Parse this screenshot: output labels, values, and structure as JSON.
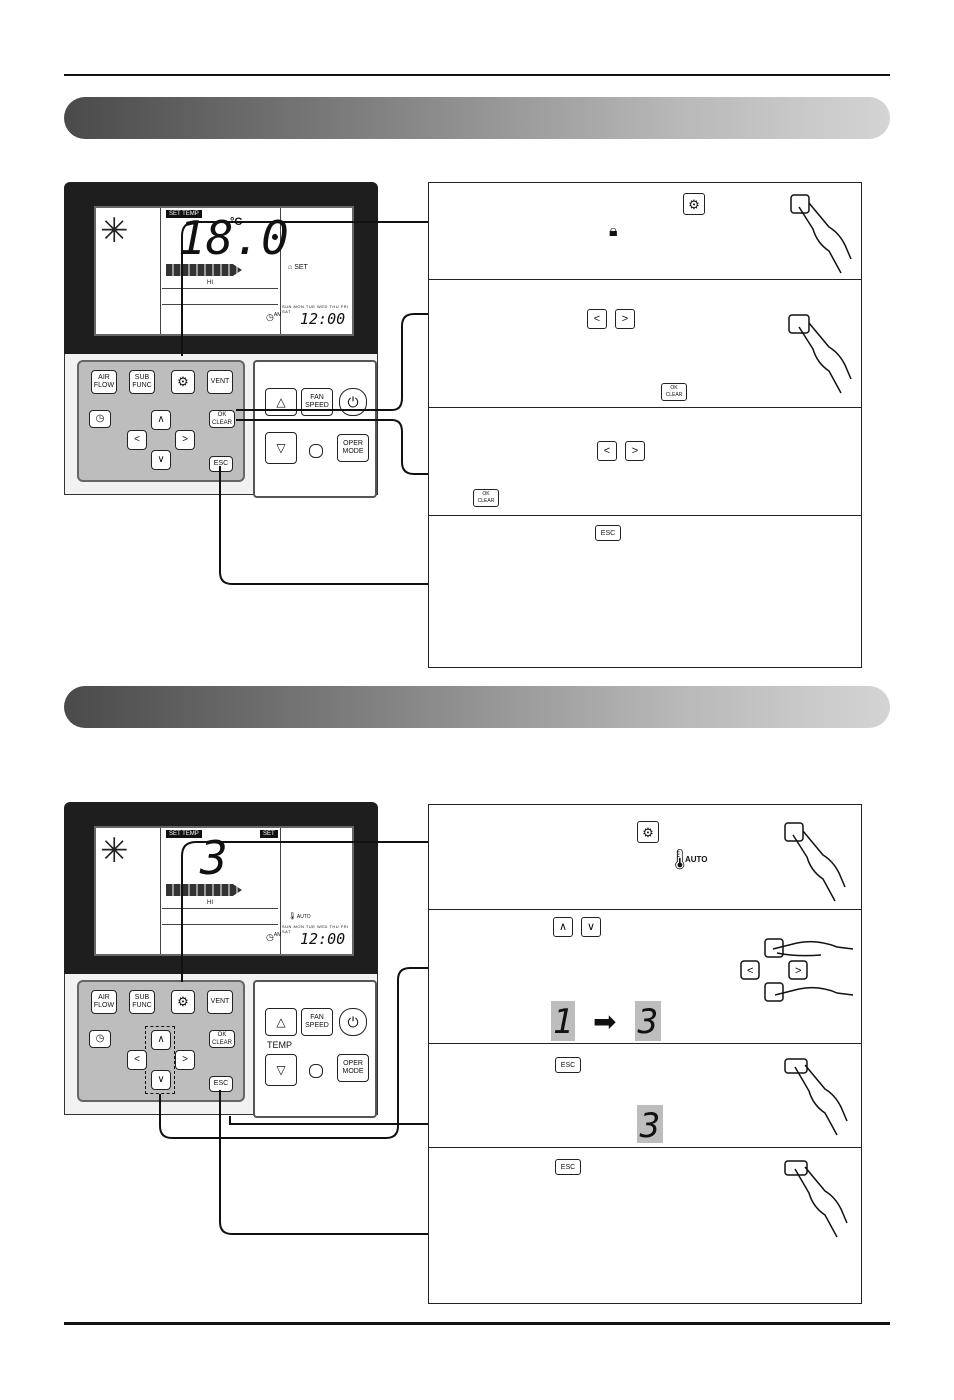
{
  "remote1": {
    "lcd_tag": "SET TEMP",
    "temp_value": "18.0",
    "temp_unit": "°C",
    "fan_level": "HI",
    "lock_label": "SET",
    "days": "SUN MON TUE WED THU FRI SAT",
    "am_label": "AM",
    "time": "12:00"
  },
  "remote2": {
    "lcd_tag": "SET TEMP",
    "lcd_tag2": "SET",
    "temp_value": "3",
    "fan_level": "HI",
    "auto_label": "AUTO",
    "days": "SUN MON TUE WED THU FRI SAT",
    "am_label": "AM",
    "time": "12:00"
  },
  "buttons": {
    "air_flow": "AIR FLOW",
    "sub_func": "SUB FUNC",
    "vent": "VENT",
    "ok": "OK",
    "clear": "CLEAR",
    "esc": "ESC",
    "fan": "FAN",
    "speed": "SPEED",
    "oper": "OPER",
    "mode": "MODE",
    "temp": "TEMP"
  },
  "callout2": {
    "auto_label": "AUTO",
    "seg_from": "1",
    "seg_to": "3",
    "seg_result": "3"
  },
  "icons": [
    "gear-icon",
    "lock-icon",
    "left-arrow-icon",
    "right-arrow-icon",
    "up-arrow-icon",
    "down-arrow-icon",
    "hand-press-icon",
    "clock-icon",
    "power-icon",
    "snowflake-icon",
    "auto-thermometer-icon"
  ]
}
